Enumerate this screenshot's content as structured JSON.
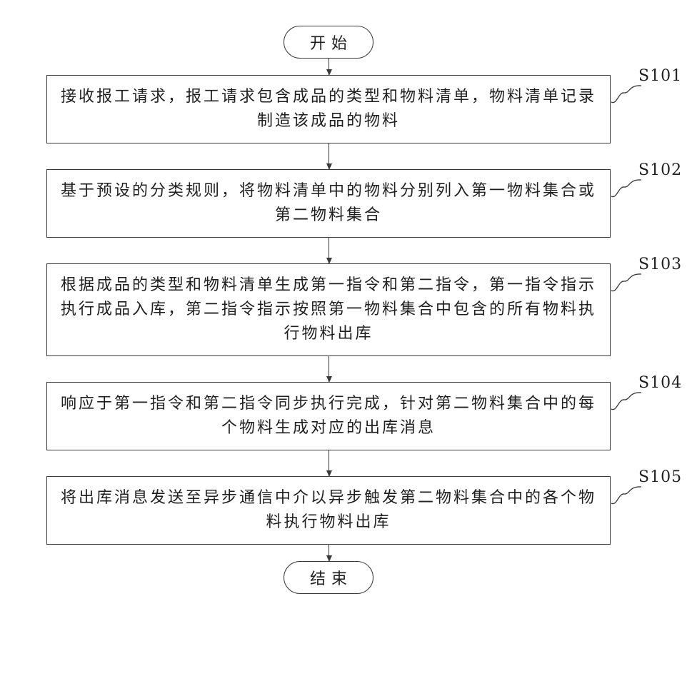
{
  "diagram": {
    "start_label": "开始",
    "end_label": "结束",
    "steps": [
      {
        "id": "S101",
        "text": "接收报工请求，报工请求包含成品的类型和物料清单，物料清单记录制造该成品的物料"
      },
      {
        "id": "S102",
        "text": "基于预设的分类规则，将物料清单中的物料分别列入第一物料集合或第二物料集合"
      },
      {
        "id": "S103",
        "text": "根据成品的类型和物料清单生成第一指令和第二指令，第一指令指示执行成品入库，第二指令指示按照第一物料集合中包含的所有物料执行物料出库"
      },
      {
        "id": "S104",
        "text": "响应于第一指令和第二指令同步执行完成，针对第二物料集合中的每个物料生成对应的出库消息"
      },
      {
        "id": "S105",
        "text": "将出库消息发送至异步通信中介以异步触发第二物料集合中的各个物料执行物料出库"
      }
    ],
    "colors": {
      "line": "#3a3a3a",
      "text": "#1f1f1f",
      "background": "#ffffff"
    }
  }
}
